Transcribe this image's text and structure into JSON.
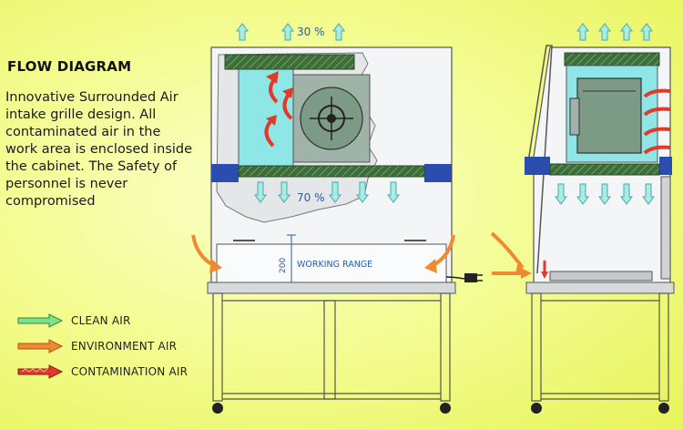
{
  "title": "FLOW DIAGRAM",
  "description": "Innovative Surrounded Air intake grille design. All contaminated air in the work area is enclosed inside the cabinet. The Safety of personnel is never compromised",
  "labels": {
    "exhaust_percent": "30 %",
    "downflow_percent": "70 %",
    "working_range": "WORKING RANGE",
    "working_height": "200"
  },
  "legend": [
    {
      "label": "CLEAN AIR",
      "color": "#7ee08a",
      "icon": "clean-air-arrow-icon"
    },
    {
      "label": "ENVIRONMENT AIR",
      "color": "#f08a30",
      "icon": "environment-air-arrow-icon"
    },
    {
      "label": "CONTAMINATION AIR",
      "color": "#e03a2a",
      "icon": "contamination-air-arrow-icon"
    }
  ],
  "colors": {
    "clean": "#7ee08a",
    "clean_stroke": "#4aa7b8",
    "environment": "#f08a30",
    "contamination": "#e03a2a",
    "filter": "#3d6e3a",
    "blue_frame": "#2c4db0",
    "cyan_plenum": "#8fe6e6"
  }
}
